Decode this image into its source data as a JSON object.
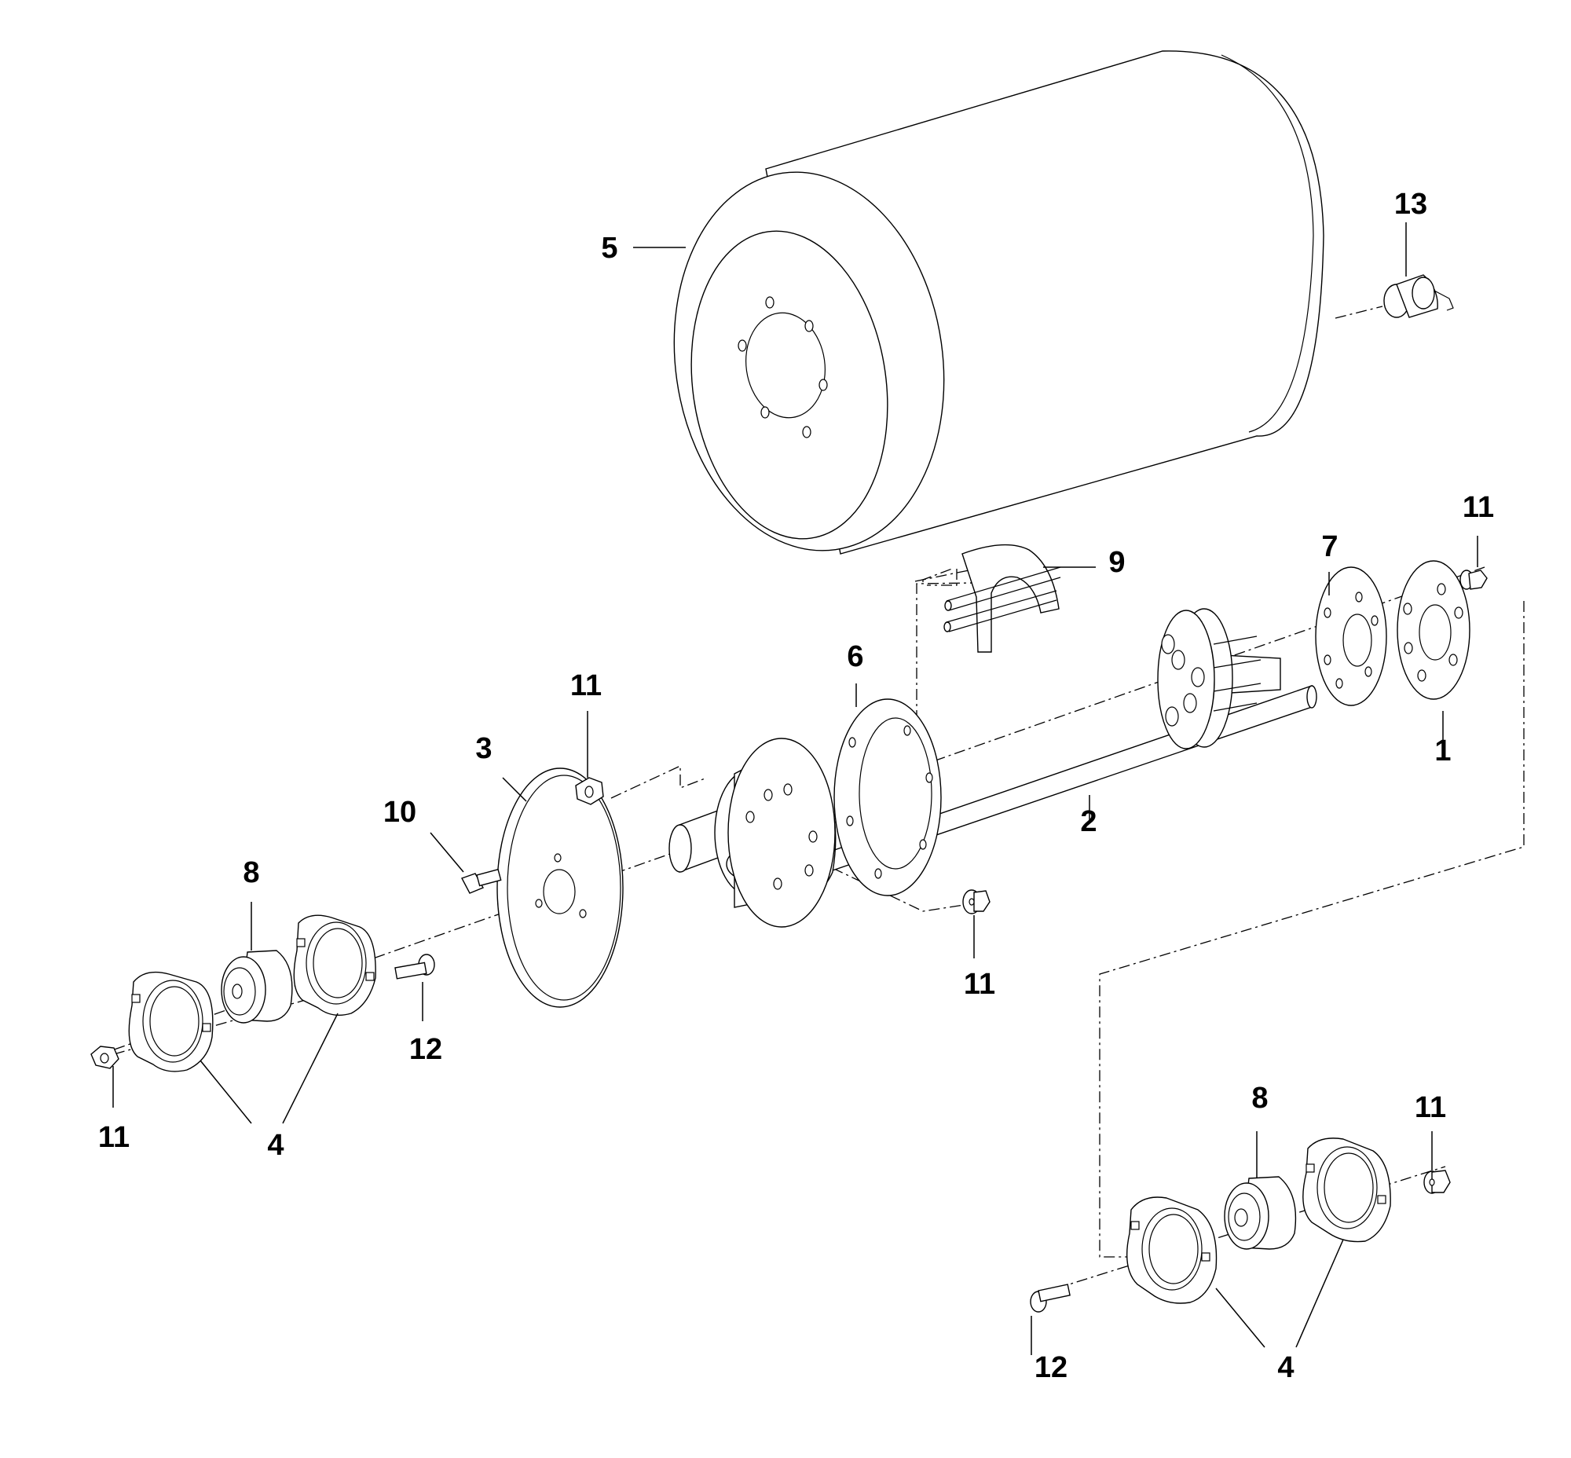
{
  "callouts": {
    "c1": "1",
    "c2": "2",
    "c3": "3",
    "c4_left_a": "4",
    "c4_right_a": "4",
    "c5": "5",
    "c6": "6",
    "c7": "7",
    "c8_left": "8",
    "c8_right": "8",
    "c9": "9",
    "c10": "10",
    "c11_top_left": "11",
    "c11_top_right": "11",
    "c11_center": "11",
    "c11_left": "11",
    "c11_right": "11",
    "c12_left": "12",
    "c12_right": "12",
    "c13": "13"
  },
  "colors": {
    "line": "#000000",
    "background": "#ffffff"
  }
}
